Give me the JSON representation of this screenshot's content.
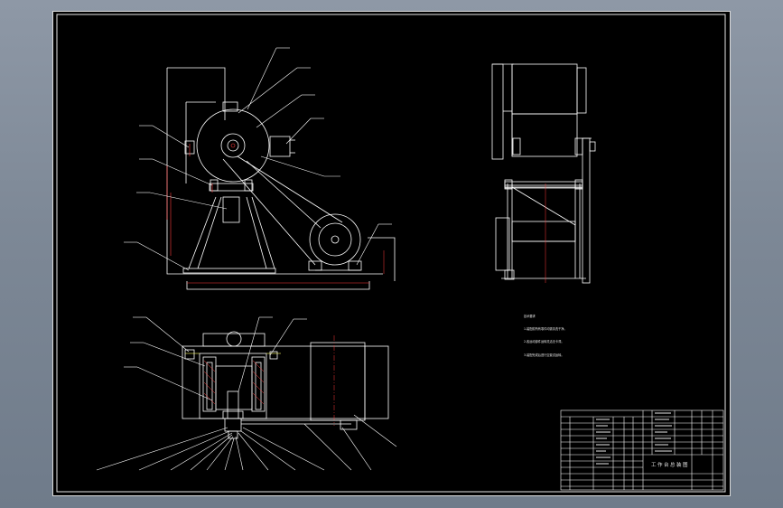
{
  "drawing": {
    "line_color": "#ffffff",
    "accent_color": "#ff3b3b",
    "secondary_color": "#ffff66",
    "dimension_color": "#ff3b3b"
  },
  "notes": {
    "title": "技术要求",
    "lines": [
      "1.装配前所有零件均需清洗干净。",
      "2.各运动部件运转灵活无卡滞。",
      "3.装配完成后进行空载试运转。"
    ]
  },
  "title_block": {
    "drawing_title": "工作台总装图"
  }
}
